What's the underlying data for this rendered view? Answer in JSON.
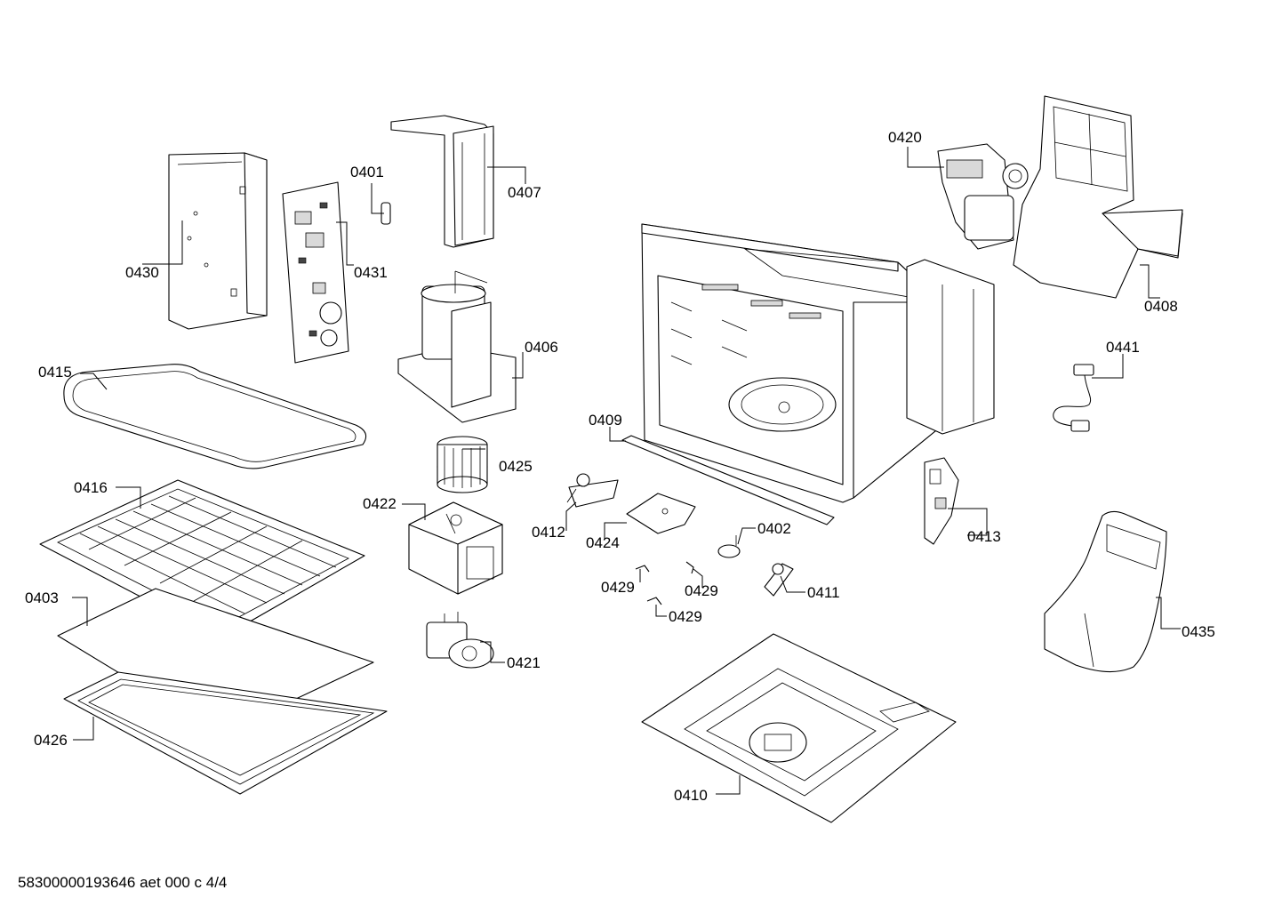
{
  "parts": [
    {
      "id": "p0401",
      "label": "0401"
    },
    {
      "id": "p0402",
      "label": "0402"
    },
    {
      "id": "p0403",
      "label": "0403"
    },
    {
      "id": "p0406",
      "label": "0406"
    },
    {
      "id": "p0407",
      "label": "0407"
    },
    {
      "id": "p0408",
      "label": "0408"
    },
    {
      "id": "p0409",
      "label": "0409"
    },
    {
      "id": "p0410",
      "label": "0410"
    },
    {
      "id": "p0411",
      "label": "0411"
    },
    {
      "id": "p0412",
      "label": "0412"
    },
    {
      "id": "p0413",
      "label": "0413"
    },
    {
      "id": "p0415",
      "label": "0415"
    },
    {
      "id": "p0416",
      "label": "0416"
    },
    {
      "id": "p0420",
      "label": "0420"
    },
    {
      "id": "p0421",
      "label": "0421"
    },
    {
      "id": "p0422",
      "label": "0422"
    },
    {
      "id": "p0424",
      "label": "0424"
    },
    {
      "id": "p0425",
      "label": "0425"
    },
    {
      "id": "p0426",
      "label": "0426"
    },
    {
      "id": "p0429a",
      "label": "0429"
    },
    {
      "id": "p0429b",
      "label": "0429"
    },
    {
      "id": "p0429c",
      "label": "0429"
    },
    {
      "id": "p0430",
      "label": "0430"
    },
    {
      "id": "p0431",
      "label": "0431"
    },
    {
      "id": "p0435",
      "label": "0435"
    },
    {
      "id": "p0441",
      "label": "0441"
    }
  ],
  "footer": "58300000193646 aet 000 c 4/4"
}
